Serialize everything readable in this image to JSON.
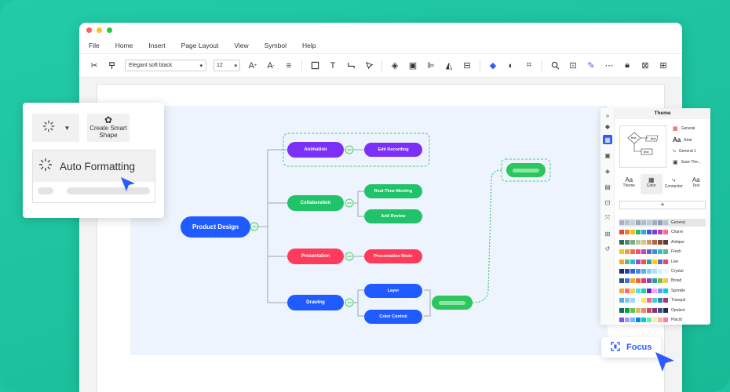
{
  "window": {
    "menu": [
      "File",
      "Home",
      "Insert",
      "Page Layout",
      "View",
      "Symbol",
      "Help"
    ]
  },
  "toolbar": {
    "font_family": "Elegant soft black",
    "font_size": "12"
  },
  "mindmap": {
    "root": "Product Design",
    "branches": [
      {
        "label": "Animation",
        "color": "#7b2ff7",
        "children": [
          "Edit Recording"
        ]
      },
      {
        "label": "Collaboration",
        "color": "#21c36a",
        "children": [
          "Real-Time Meeting",
          "Add Review"
        ]
      },
      {
        "label": "Presentation",
        "color": "#ff3b5c",
        "children": [
          "Presentation Mode"
        ]
      },
      {
        "label": "Drawing",
        "color": "#1f5bff",
        "children": [
          "Layer",
          "Color Control"
        ]
      }
    ]
  },
  "left_card": {
    "smart_shape_label": "Create Smart Shape",
    "auto_formatting_label": "Auto Formatting"
  },
  "theme_panel": {
    "title": "Theme",
    "preview_labels": [
      "text",
      "text",
      "text"
    ],
    "options": [
      {
        "icon": "grid-icon",
        "label": "General"
      },
      {
        "icon": "font-icon",
        "label": "Arial"
      },
      {
        "icon": "connector-icon",
        "label": "General 1"
      },
      {
        "icon": "save-icon",
        "label": "Save The..."
      }
    ],
    "tabs": [
      "Theme",
      "Color",
      "Connector",
      "Text"
    ],
    "add_symbol": "+",
    "color_schemes": [
      {
        "name": "General",
        "colors": [
          "#a6b3c7",
          "#b7c0d1",
          "#c7cedc",
          "#9aa8bc",
          "#b1bbcc",
          "#c2c9d6",
          "#a0adc1",
          "#8e9db3",
          "#b8c1cf"
        ]
      },
      {
        "name": "Charm",
        "colors": [
          "#e6483d",
          "#f07f2f",
          "#f5c02c",
          "#2cb56b",
          "#2ea7e0",
          "#3b5bd6",
          "#7a3fd1",
          "#c23fb5",
          "#ff6d8a"
        ]
      },
      {
        "name": "Antique",
        "colors": [
          "#2e6b5e",
          "#4f8a73",
          "#7fa98b",
          "#b8c9a0",
          "#d8c48a",
          "#c99a63",
          "#a56b47",
          "#7b4a3a",
          "#5a3b3b"
        ]
      },
      {
        "name": "Fresh",
        "colors": [
          "#f2c230",
          "#f59a33",
          "#f06a4e",
          "#ea4f7a",
          "#b74fb3",
          "#6a60c8",
          "#3f8fe0",
          "#33bcd4",
          "#4cc38a"
        ]
      },
      {
        "name": "Live",
        "colors": [
          "#f9a825",
          "#66bb6a",
          "#29b6f6",
          "#ab47bc",
          "#ef5350",
          "#26a69a",
          "#ffca28",
          "#5c6bc0",
          "#ec407a"
        ]
      },
      {
        "name": "Crystal",
        "colors": [
          "#1a2b6d",
          "#2444a6",
          "#2f66d6",
          "#3c8eea",
          "#54b4f2",
          "#7ed0f5",
          "#a8e2f7",
          "#d2f0fb",
          "#e9f8fd"
        ]
      },
      {
        "name": "Broad",
        "colors": [
          "#264e8c",
          "#3f74c4",
          "#f0a53a",
          "#e8623f",
          "#d43f6b",
          "#8e44ad",
          "#2aa198",
          "#7dbb42",
          "#f2c94c"
        ]
      },
      {
        "name": "Sprinkle",
        "colors": [
          "#ff9f43",
          "#ff6b6b",
          "#feca57",
          "#48dbfb",
          "#1dd1a1",
          "#5f27cd",
          "#ff9ff3",
          "#54a0ff",
          "#00d2d3"
        ]
      },
      {
        "name": "Tranquil",
        "colors": [
          "#5aa9e6",
          "#7fc8f8",
          "#a3d5ff",
          "#f9f9f9",
          "#ffe45e",
          "#ff6392",
          "#4dccbd",
          "#2e86ab",
          "#a23b72"
        ]
      },
      {
        "name": "Opulent",
        "colors": [
          "#0b6e4f",
          "#08a045",
          "#6bbf59",
          "#ddb771",
          "#e08d79",
          "#c0504d",
          "#7c3a6e",
          "#3f4c8c",
          "#1a2e5a"
        ]
      },
      {
        "name": "Placid",
        "colors": [
          "#6c5ce7",
          "#a29bfe",
          "#74b9ff",
          "#0984e3",
          "#00cec9",
          "#55efc4",
          "#ffeaa7",
          "#fab1a0",
          "#fd79a8"
        ]
      }
    ]
  },
  "focus": {
    "label": "Focus"
  }
}
